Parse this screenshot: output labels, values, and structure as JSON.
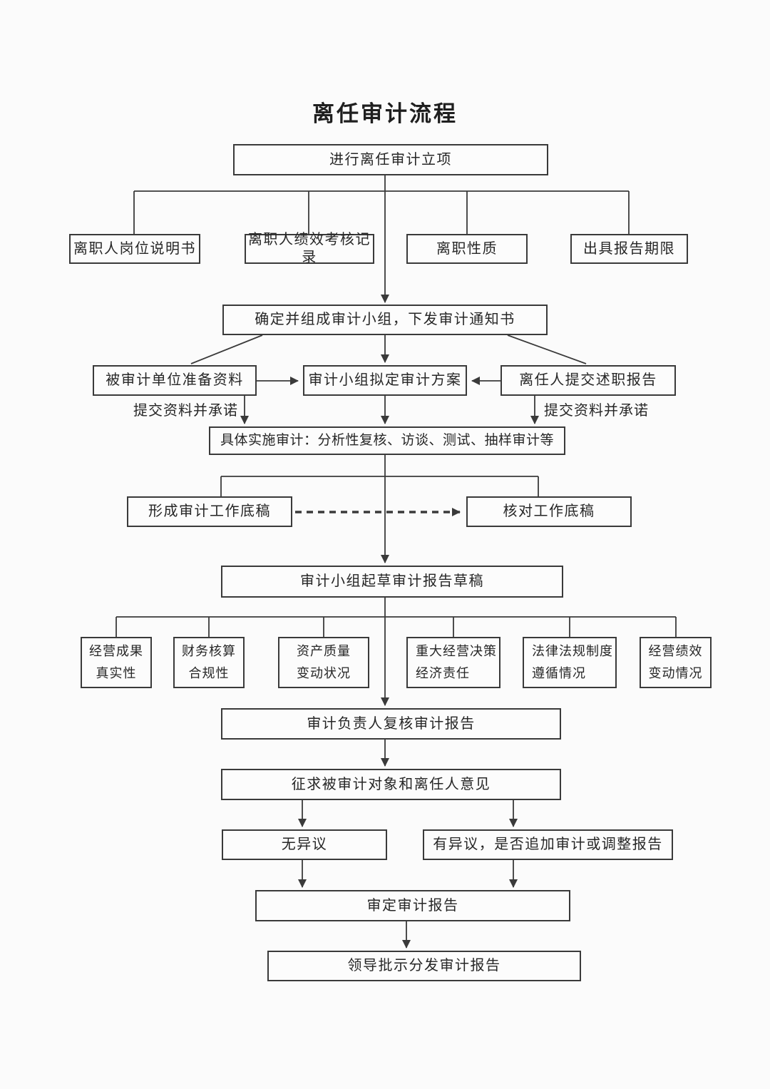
{
  "title": "离任审计流程",
  "colors": {
    "ink": "#3a3a3a",
    "paper": "#fbfbfb"
  },
  "flowchart": {
    "nodes": {
      "start": "进行离任审计立项",
      "inputs": [
        "离职人岗位说明书",
        "离职人绩效考核记录",
        "离职性质",
        "出具报告期限"
      ],
      "form_team": "确定并组成审计小组，下发审计通知书",
      "prepare_materials": "被审计单位准备资料",
      "draft_plan": "审计小组拟定审计方案",
      "duty_report": "离任人提交述职报告",
      "implement": "具体实施审计：分析性复核、访谈、测试、抽样审计等",
      "working_papers": "形成审计工作底稿",
      "check_papers": "核对工作底稿",
      "draft_report": "审计小组起草审计报告草稿",
      "aspects": [
        {
          "line1": "经营成果",
          "line2": "真实性"
        },
        {
          "line1": "财务核算",
          "line2": "合规性"
        },
        {
          "line1": "资产质量",
          "line2": "变动状况"
        },
        {
          "line1": "重大经营决策",
          "line2": "经济责任"
        },
        {
          "line1": "法律法规制度",
          "line2": "遵循情况"
        },
        {
          "line1": "经营绩效",
          "line2": "变动情况"
        }
      ],
      "review": "审计负责人复核审计报告",
      "solicit_opinions": "征求被审计对象和离任人意见",
      "no_objection": "无异议",
      "objection": "有异议，是否追加审计或调整报告",
      "finalize": "审定审计报告",
      "distribute": "领导批示分发审计报告"
    },
    "edge_labels": {
      "submit_left": "提交资料并承诺",
      "submit_right": "提交资料并承诺"
    }
  }
}
